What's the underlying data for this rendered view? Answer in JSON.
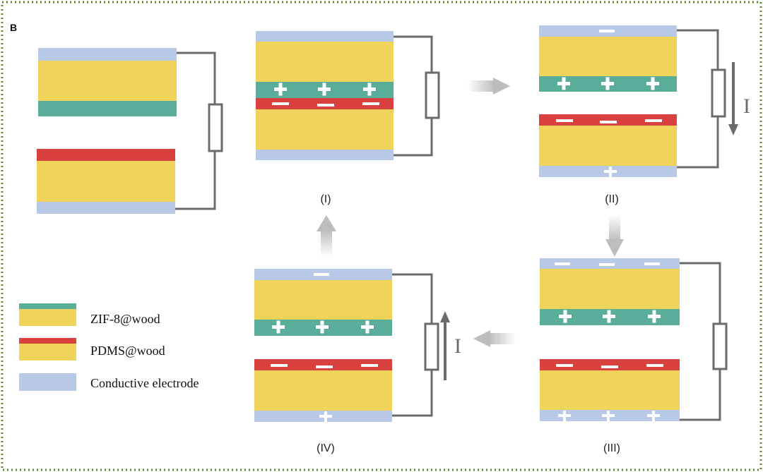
{
  "panel_label": "B",
  "colors": {
    "border": "#5a8a2a",
    "electrode": "#b8c9e8",
    "wood": "#f0d35a",
    "zif8": "#5aae99",
    "pdms": "#d9403e",
    "wire": "#6b6b6b",
    "arrow": "#bdbdbd",
    "sign": "#ffffff"
  },
  "stages": [
    {
      "label": "(I)"
    },
    {
      "label": "(II)"
    },
    {
      "label": "(III)"
    },
    {
      "label": "(IV)"
    }
  ],
  "current_symbol": "I",
  "legend": [
    {
      "label": "ZIF-8@wood"
    },
    {
      "label": "PDMS@wood"
    },
    {
      "label": "Conductive electrode"
    }
  ]
}
